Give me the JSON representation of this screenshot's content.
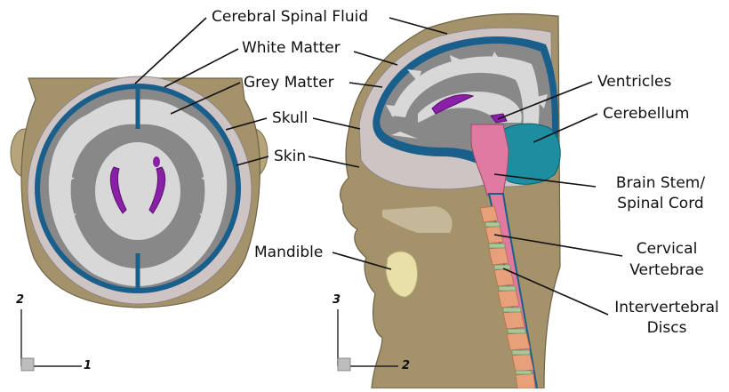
{
  "labels": {
    "csf": "Cerebral Spinal Fluid",
    "white_matter": "White Matter",
    "grey_matter": "Grey Matter",
    "skull": "Skull",
    "skin": "Skin",
    "ventricles": "Ventricles",
    "cerebellum": "Cerebellum",
    "brain_stem_1": "Brain Stem/",
    "brain_stem_2": "Spinal Cord",
    "mandible": "Mandible",
    "cervical_1": "Cervical",
    "cervical_2": "Vertebrae",
    "disc_1": "Intervertebral",
    "disc_2": "Discs"
  },
  "axes": {
    "left": {
      "vertical": "2",
      "horizontal": "1"
    },
    "right": {
      "vertical": "3",
      "horizontal": "2"
    }
  },
  "colors": {
    "skin": "#a4926a",
    "skull": "#cfc4c4",
    "csf": "#1a5f8c",
    "white_matter": "#d8d8d8",
    "grey_matter": "#888888",
    "ventricles": "#8a1fa8",
    "cerebellum": "#1c8ea0",
    "brain_stem": "#e07aa0",
    "mandible": "#e8e0a8",
    "vertebrae": "#e8a07a",
    "discs": "#a8c89a"
  }
}
